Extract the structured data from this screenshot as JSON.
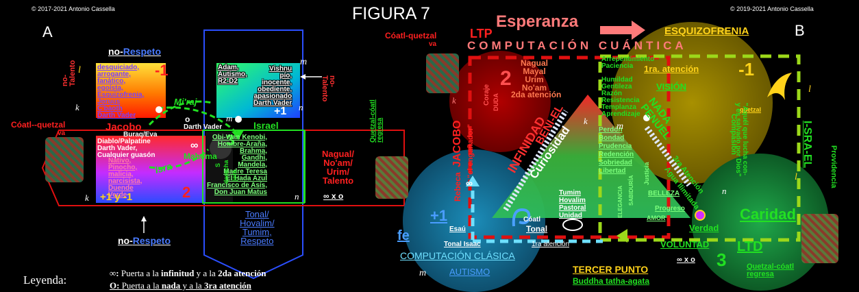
{
  "header": {
    "copyright_left": "© 2017-2021  Antonio Cassella",
    "figure_title": "FIGURA 7",
    "copyright_right": "© 2019-2021  Antonio Cassella",
    "letter_a": "A",
    "letter_b": "B"
  },
  "panel_a": {
    "no_respeto_top_no": "no-",
    "no_respeto_top_respeto": "Respeto",
    "no_respeto_bottom_no": "no-",
    "no_respeto_bottom_respeto": "Respeto",
    "no_talento_left": "no-\nTalento",
    "no_talento_right": "no-\nTalento",
    "minus_one_box": "-1",
    "minus_one_box_lines": "desquiciado,\narrogante,\nfanático,\negoísta,\nEsquizofrenia,\nJoruus\nC'baoth\nDarth Vader",
    "plus_one_box_lines": "Adam,\nAutismo,\nR2-D2",
    "vishnu_lines": "Vishnu\npío,\ninocente,\nobediente,\napasionado\nDarth Vader",
    "plus_one": "+1",
    "miraj": "Mi'raj",
    "jacobo": "Jacobo",
    "israel": "Israel",
    "zero_o": "o",
    "zero_m": "m",
    "darth_vader_center": "Darth Vader",
    "buraq": "Buraq/Eva",
    "coatl_quetzal_left": "Cóatl--quetzal",
    "va_left": "va",
    "diablo_lines": "Diablo/Palpatine\nDarth Vader,\nCualquier guasón",
    "infinity": "∞",
    "three": "3",
    "mahoma": "Mahoma",
    "isra": "Isra",
    "nauta_lines": "Nativo,\nPinocho,\nmalicia,\nnarcisista,\nDuende\nVerde",
    "two": "2",
    "plus_minus_one_row": "+1 y -1",
    "obi_lines": "Obi-Wan Kenobi,\nHombre-Araña,\nBrahma,\nGandhi,\nMandela,\nMadre Teresa\nEl Hada Azul\nFrancisco de Asís,\nDon Juan Matus",
    "nagual_lines": "Nagual/\nNo'am/\nUrim/\nTalento",
    "infinity_x_zero": "∞ x o",
    "tonal_lines": "Tonal/\nHovalim/\nTumim,\nRespeto",
    "quetzal_coatl_regresa_left": "Quetzal-cóatl\nregresa",
    "vertical_s": "S",
    "vertical_derecha": "derecha",
    "vertical_jara": "jara"
  },
  "panel_b": {
    "esperanza": "Esperanza",
    "esquizofrenia": "ESQUIZOFRENIA",
    "coatl_quetzal_b": "Cóatl-quetzal",
    "va_b": "va",
    "ltp": "LTP",
    "computacion_cuantica": "COMPUTACIÓN CUÁNTICA",
    "nagual_b_lines": "Nagual\nMayal\nUrim\nNo'am",
    "two_b": "2",
    "atencion_2": "2da atención",
    "arrepentimiento": "Arrepentimiento\nPaciencia",
    "primera_atencion": "1ra. atención",
    "minus_one_b": "-1",
    "virtues_lines": "Humildad\nGentileza\nRazón\nResistencia\nTemplanza\nAprendizaje",
    "vision": "VISIÓN",
    "quetzal_label": "quetzal",
    "coraje": "Coraje",
    "duda": "DUDA",
    "jacobo_b": "JACOBO",
    "el_enganador": "\"el engañador\"",
    "infinidad": "INFINIDAD",
    "beni_el": "BENI-EL",
    "curiosidad": "Curiosidad",
    "nada_peniel": "NADA\nPENUEL",
    "aquel_quote": "\"Aquél que lucha con-\ny es salvado por Dios\"",
    "compasion": "Compasión",
    "isra_el": "I-SRA-EL",
    "providencia": "Providencia",
    "perdon_lines": "Perdón\nBondad\nPrudencia\nRedención\nSobriedad\nLibertad",
    "justicia": "Justicia",
    "tercera_atencion": "3ra Atención",
    "nada_agua": "Agua Ilimitada",
    "rebeca": "Rebeca",
    "infinity_b": "∞",
    "tumim_lines": "Tumim\nHovalim\nPastoral\nUnidad",
    "belleza": "BELLEZA",
    "sabiduria": "SABIDURÍA",
    "elegancia": "ELEGANCIA",
    "progreso": "Progreso",
    "amor": "AMOR",
    "verdad": "Verdad",
    "caridad": "Caridad",
    "plus_one_b": "+1",
    "esau": "Esaú",
    "coatl_b": "Cóatl",
    "tonal_b": "Tonal",
    "fe": "fe",
    "tonal_isaac": "Tonal  Isaac",
    "primera_atencion_b": "1ra atención",
    "computacion_clasica": "COMPUTACIÓN CLÁSICA",
    "voluntad": "VOLUNTAD",
    "ltd": "LTD",
    "three_b": "3",
    "infinity_x_zero_b": "∞ x o",
    "tercer_punto": "TERCER PUNTO",
    "buddha": "Buddha tatha-agata",
    "autismo": "AUTISMO",
    "quetzal_coatl_regresa_b": "Quetzal-cóatl\nregresa",
    "m_mark": "m",
    "k_mark": "k",
    "l_mark": "l",
    "n_mark": "n"
  },
  "legend": {
    "label": "Leyenda:",
    "line1_sym": "∞:",
    "line1_a": " Puerta a la ",
    "line1_b": "infinitud",
    "line1_c": " y a la ",
    "line1_d": "2da atención",
    "line2_sym": "O:",
    "line2_a": " Puerta a la ",
    "line2_b": "nada",
    "line2_c": " y a la ",
    "line2_d": "3ra atención"
  },
  "colors": {
    "red": "#e01010",
    "green": "#22e022",
    "light_green": "#7cff7c",
    "blue": "#2b4fff",
    "cyan": "#6fe0ff",
    "yellow": "#ffd21a",
    "orange": "#ff8c00",
    "pink": "#ff7a7a"
  }
}
